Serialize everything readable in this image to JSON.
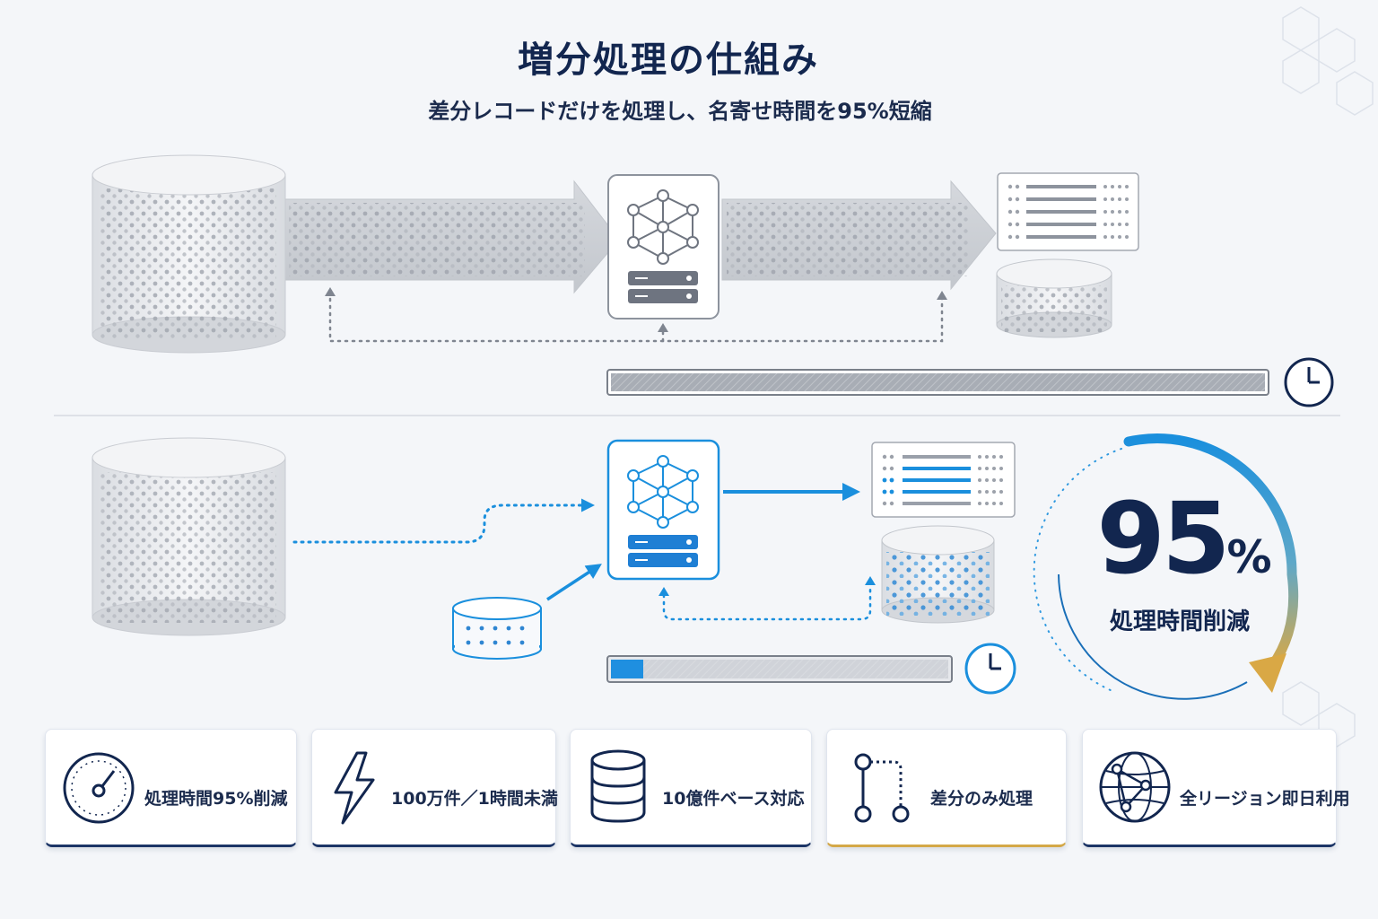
{
  "title": "増分処理の仕組み",
  "subtitle": "差分レコードだけを処理し、名寄せ時間を95%短縮",
  "badge": {
    "number": "95",
    "percent": "%",
    "label": "処理時間削減"
  },
  "progress": {
    "full_processing_fill": 1.0,
    "incremental_processing_fill": 0.05
  },
  "colors": {
    "navy": "#12264f",
    "accent_blue": "#1a8fdd",
    "gold": "#d4a848",
    "gray": "#9aa0aa"
  },
  "cards": [
    {
      "icon": "speedometer-icon",
      "label": "処理時間95%削減"
    },
    {
      "icon": "lightning-icon",
      "label": "100万件／1時間未満"
    },
    {
      "icon": "database-icon",
      "label": "10億件ベース対応"
    },
    {
      "icon": "git-branch-icon",
      "label": "差分のみ処理"
    },
    {
      "icon": "globe-network-icon",
      "label": "全リージョン即日利用"
    }
  ]
}
